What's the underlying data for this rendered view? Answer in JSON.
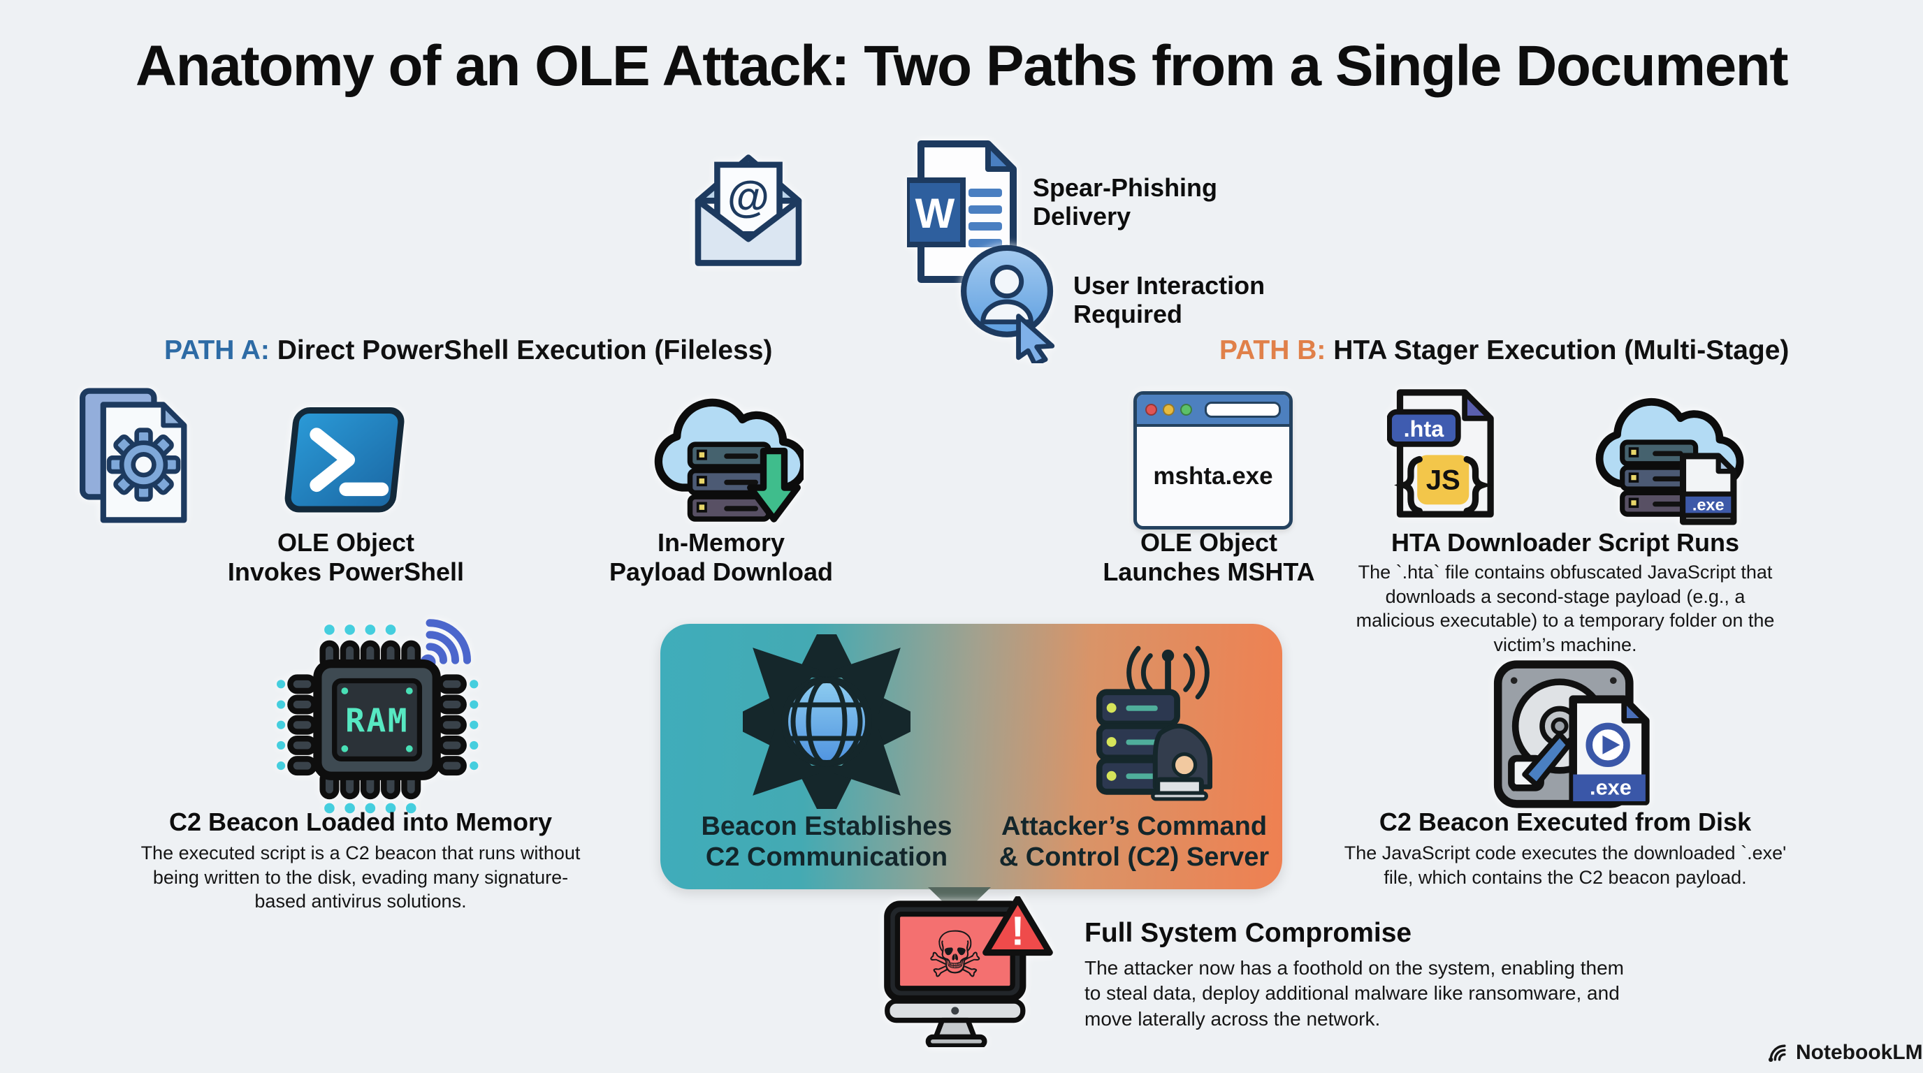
{
  "title": "Anatomy of an OLE Attack: Two Paths from a Single Document",
  "delivery": {
    "email_at": "@",
    "doc_letter": "W",
    "spear_lines": [
      "Spear-Phishing",
      "Delivery"
    ],
    "user_lines": [
      "User Interaction",
      "Required"
    ]
  },
  "path_a": {
    "tag": "PATH A:",
    "accent": "#2d6ba5",
    "heading": "Direct PowerShell Execution (Fileless)",
    "step1_lines": [
      "OLE Object",
      "Invokes PowerShell"
    ],
    "step2_lines": [
      "In-Memory",
      "Payload Download"
    ],
    "ram_text": "RAM",
    "step3_heading": "C2 Beacon Loaded into Memory",
    "step3_description": "The executed script is a C2 beacon that runs without being written to the disk, evading many signature-based antivirus solutions."
  },
  "path_b": {
    "tag": "PATH B:",
    "accent": "#e08049",
    "heading": "HTA Stager Execution (Multi-Stage)",
    "mshta_text": "mshta.exe",
    "step1_lines": [
      "OLE Object",
      "Launches MSHTA"
    ],
    "hta_badge": ".hta",
    "js_badge": "JS",
    "exe_badge": ".exe",
    "step2_heading": "HTA Downloader Script Runs",
    "step2_description": "The `.hta` file contains obfuscated JavaScript that downloads a second-stage payload (e.g., a malicious executable) to a temporary folder on the victim’s machine.",
    "disk_exe_badge": ".exe",
    "step3_heading": "C2 Beacon Executed from Disk",
    "step3_description": "The JavaScript code executes the downloaded `.exe' file, which contains the C2 beacon payload."
  },
  "c2_box": {
    "gradient_left": "#3aacb9",
    "gradient_right": "#ef8051",
    "left_lines": [
      "Beacon Establishes",
      "C2 Communication"
    ],
    "right_lines": [
      "Attacker’s Command",
      "& Control (C2) Server"
    ]
  },
  "compromise": {
    "heading": "Full System Compromise",
    "description": "The attacker now has a foothold on the system, enabling them to steal data, deploy additional malware like ransomware, and move laterally across the network.",
    "skull": "☠",
    "warning_mark": "!"
  },
  "footer": {
    "brand": "NotebookLM"
  }
}
